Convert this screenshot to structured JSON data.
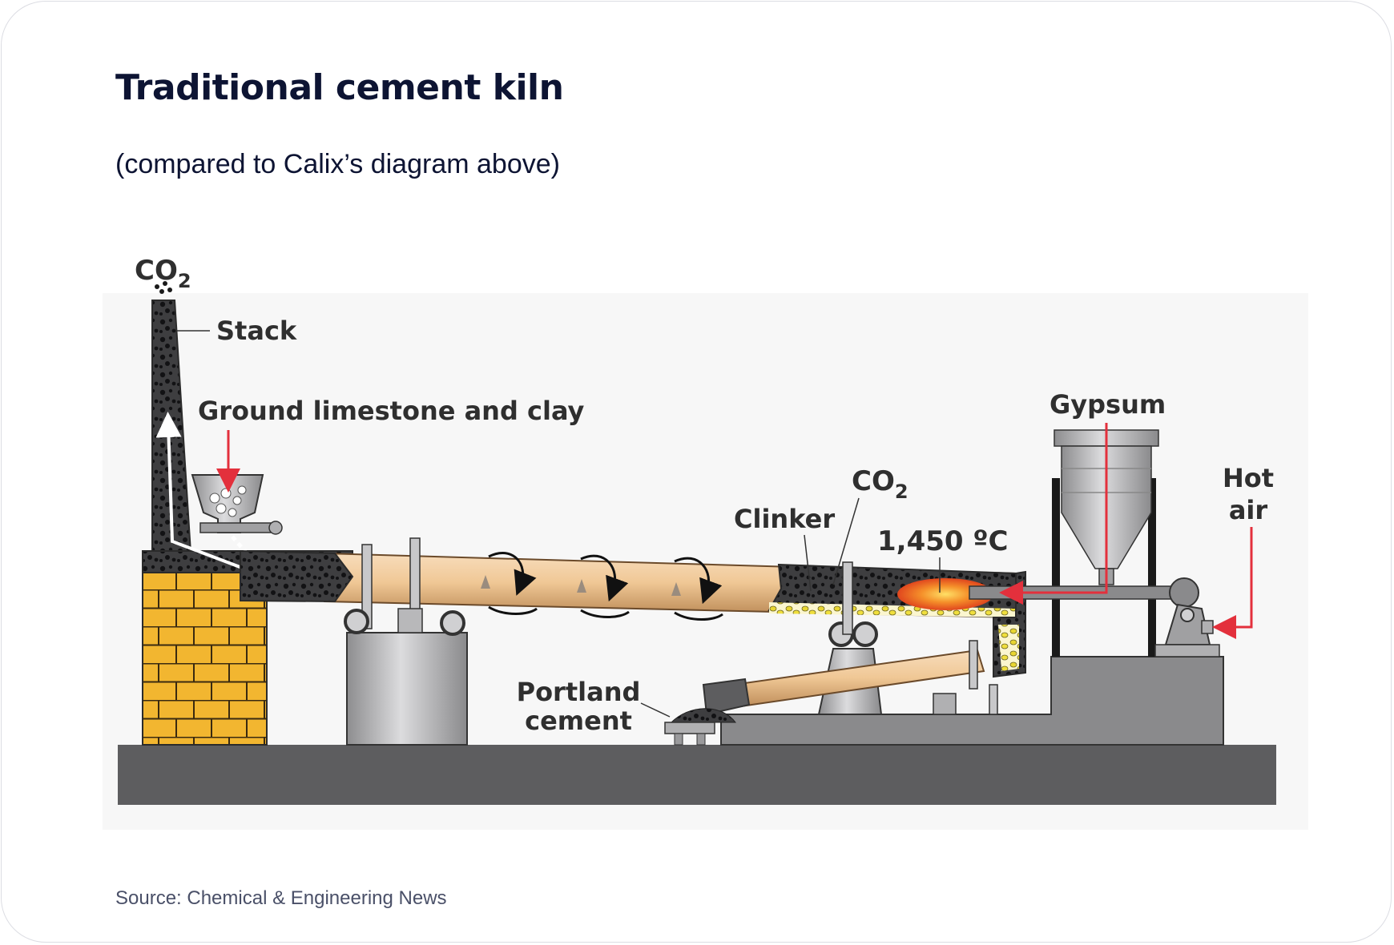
{
  "title": "Traditional cement kiln",
  "subtitle": "(compared to Calix’s diagram above)",
  "source": "Source: Chemical & Engineering News",
  "labels": {
    "co2_stack": "CO",
    "co2_stack_sub": "2",
    "stack": "Stack",
    "ground_limestone": "Ground limestone and clay",
    "gypsum": "Gypsum",
    "hot_air_line1": "Hot",
    "hot_air_line2": "air",
    "co2_kiln": "CO",
    "co2_kiln_sub": "2",
    "clinker": "Clinker",
    "temperature": "1,450 ºC",
    "portland_line1": "Portland",
    "portland_line2": "cement"
  },
  "colors": {
    "title": "#0d1433",
    "brick": "#f2b630",
    "ground": "#5d5d5f",
    "kiln": "#eec79a",
    "arrow_red": "#e3303c",
    "flame": "#f37021"
  }
}
